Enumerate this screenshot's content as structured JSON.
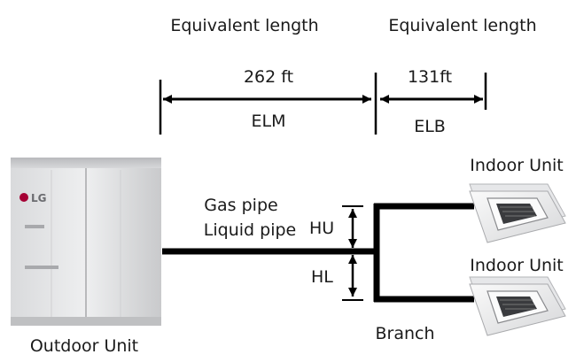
{
  "header": {
    "left_title": "Equivalent length",
    "right_title": "Equivalent length"
  },
  "dimensions": {
    "main_value": "262 ft",
    "main_code": "ELM",
    "branch_value": "131ft",
    "branch_code": "ELB"
  },
  "pipe": {
    "gas_label": "Gas pipe",
    "liquid_label": "Liquid pipe"
  },
  "heights": {
    "upper_label": "HU",
    "lower_label": "HL"
  },
  "units": {
    "indoor_top": "Indoor Unit",
    "indoor_bottom": "Indoor Unit",
    "outdoor": "Outdoor Unit",
    "outdoor_brand": "LG",
    "branch": "Branch"
  }
}
